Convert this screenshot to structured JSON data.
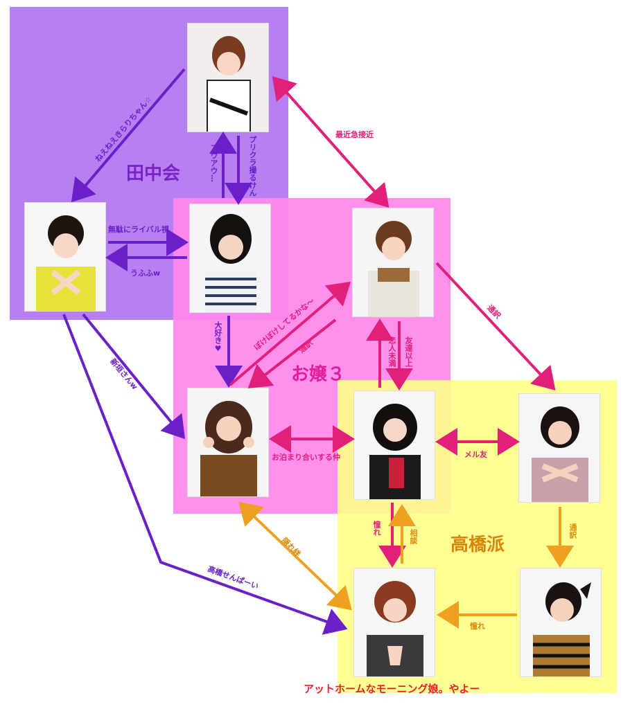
{
  "groups": {
    "tanaka": "田中会",
    "ojou": "お嬢３",
    "takahashi": "高橋派"
  },
  "edges": {
    "neene": "ねえねえきらりちゃん☆",
    "saikin": "最近急接近",
    "auau": "アウアウ…",
    "purikura": "プリクラ撮るけん",
    "muda": "無駄にライバル視",
    "ufufu": "うふふw",
    "daisuki": "大好き♥",
    "bokeboke": "ぼけぼけしてるかな〜",
    "tsuyaku1": "通訳",
    "tsuyaku2": "通訳",
    "tsuyaku3": "通訳",
    "koibito": "恋人未満",
    "tomodachi": "友達以上",
    "niigaki": "新垣さんw",
    "otomari": "お泊まり合いする仲",
    "merutomo": "メル友",
    "akogare1": "憧れ",
    "soudan": "相談",
    "kakure": "隠れ絆",
    "senpai": "高橋せんぱーい",
    "akogare2": "憧れ"
  },
  "footer": "アットホームなモーニング娘。やよー",
  "colors": {
    "purple_region": "#b77ff0",
    "pink_region": "#ff88ec",
    "yellow_region": "#ffff88",
    "purple_arrow": "#6a1fc8",
    "pink_arrow": "#e0207a",
    "orange_arrow": "#f0a020"
  }
}
